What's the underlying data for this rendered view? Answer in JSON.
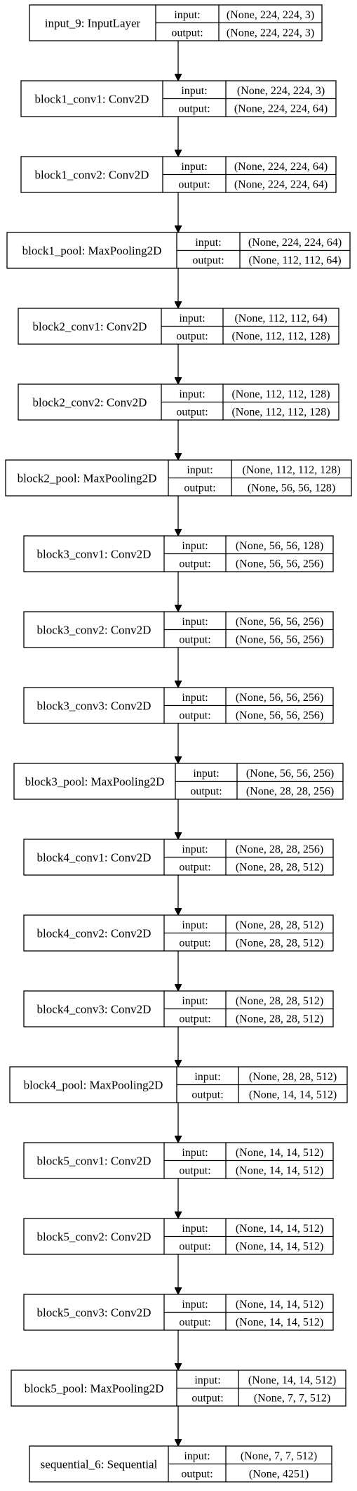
{
  "labels": {
    "input": "input:",
    "output": "output:"
  },
  "layers": [
    {
      "name": "input_9: InputLayer",
      "input": "(None, 224, 224, 3)",
      "output": "(None, 224, 224, 3)"
    },
    {
      "name": "block1_conv1: Conv2D",
      "input": "(None, 224, 224, 3)",
      "output": "(None, 224, 224, 64)"
    },
    {
      "name": "block1_conv2: Conv2D",
      "input": "(None, 224, 224, 64)",
      "output": "(None, 224, 224, 64)"
    },
    {
      "name": "block1_pool: MaxPooling2D",
      "input": "(None, 224, 224, 64)",
      "output": "(None, 112, 112, 64)"
    },
    {
      "name": "block2_conv1: Conv2D",
      "input": "(None, 112, 112, 64)",
      "output": "(None, 112, 112, 128)"
    },
    {
      "name": "block2_conv2: Conv2D",
      "input": "(None, 112, 112, 128)",
      "output": "(None, 112, 112, 128)"
    },
    {
      "name": "block2_pool: MaxPooling2D",
      "input": "(None, 112, 112, 128)",
      "output": "(None, 56, 56, 128)"
    },
    {
      "name": "block3_conv1: Conv2D",
      "input": "(None, 56, 56, 128)",
      "output": "(None, 56, 56, 256)"
    },
    {
      "name": "block3_conv2: Conv2D",
      "input": "(None, 56, 56, 256)",
      "output": "(None, 56, 56, 256)"
    },
    {
      "name": "block3_conv3: Conv2D",
      "input": "(None, 56, 56, 256)",
      "output": "(None, 56, 56, 256)"
    },
    {
      "name": "block3_pool: MaxPooling2D",
      "input": "(None, 56, 56, 256)",
      "output": "(None, 28, 28, 256)"
    },
    {
      "name": "block4_conv1: Conv2D",
      "input": "(None, 28, 28, 256)",
      "output": "(None, 28, 28, 512)"
    },
    {
      "name": "block4_conv2: Conv2D",
      "input": "(None, 28, 28, 512)",
      "output": "(None, 28, 28, 512)"
    },
    {
      "name": "block4_conv3: Conv2D",
      "input": "(None, 28, 28, 512)",
      "output": "(None, 28, 28, 512)"
    },
    {
      "name": "block4_pool: MaxPooling2D",
      "input": "(None, 28, 28, 512)",
      "output": "(None, 14, 14, 512)"
    },
    {
      "name": "block5_conv1: Conv2D",
      "input": "(None, 14, 14, 512)",
      "output": "(None, 14, 14, 512)"
    },
    {
      "name": "block5_conv2: Conv2D",
      "input": "(None, 14, 14, 512)",
      "output": "(None, 14, 14, 512)"
    },
    {
      "name": "block5_conv3: Conv2D",
      "input": "(None, 14, 14, 512)",
      "output": "(None, 14, 14, 512)"
    },
    {
      "name": "block5_pool: MaxPooling2D",
      "input": "(None, 14, 14, 512)",
      "output": "(None, 7, 7, 512)"
    },
    {
      "name": "sequential_6: Sequential",
      "input": "(None, 7, 7, 512)",
      "output": "(None, 4251)"
    }
  ]
}
